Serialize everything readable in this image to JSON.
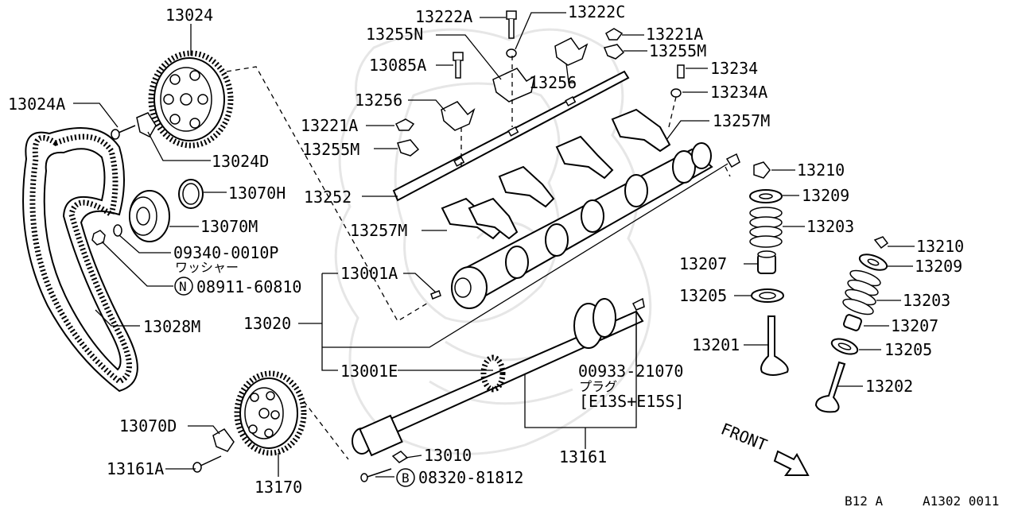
{
  "diagram": {
    "labels": {
      "p13024": "13024",
      "p13024A": "13024A",
      "p13024D": "13024D",
      "p13070H": "13070H",
      "p13070M": "13070M",
      "p09340": "09340-0010P",
      "p09340_note": "ワッシャー",
      "p08911": "08911-60810",
      "p08911_marker": "N",
      "p13028M": "13028M",
      "p13222A": "13222A",
      "p13222C": "13222C",
      "p13221A_top": "13221A",
      "p13255N": "13255N",
      "p13255M_top": "13255M",
      "p13085A": "13085A",
      "p13256_right": "13256",
      "p13234": "13234",
      "p13256_left": "13256",
      "p13234A": "13234A",
      "p13221A_left": "13221A",
      "p13257M_top": "13257M",
      "p13255M_left": "13255M",
      "p13210_top": "13210",
      "p13252": "13252",
      "p13209_top": "13209",
      "p13203_top": "13203",
      "p13257M_mid": "13257M",
      "p13210_right": "13210",
      "p13207_left": "13207",
      "p13209_right": "13209",
      "p13001A": "13001A",
      "p13205_left": "13205",
      "p13203_right": "13203",
      "p13020": "13020",
      "p13207_right": "13207",
      "p13201": "13201",
      "p13205_right": "13205",
      "p13001E": "13001E",
      "p00933": "00933-21070",
      "p00933_note": "プラグ",
      "p00933_spec": "[E13S+E15S]",
      "p13202": "13202",
      "p13070D": "13070D",
      "p13010": "13010",
      "p13161": "13161",
      "p13161A": "13161A",
      "p08320": "08320-81812",
      "p08320_marker": "B",
      "p13170": "13170",
      "front": "FRONT"
    },
    "footer": {
      "model": "B12 A",
      "code": "A1302 0011"
    }
  }
}
